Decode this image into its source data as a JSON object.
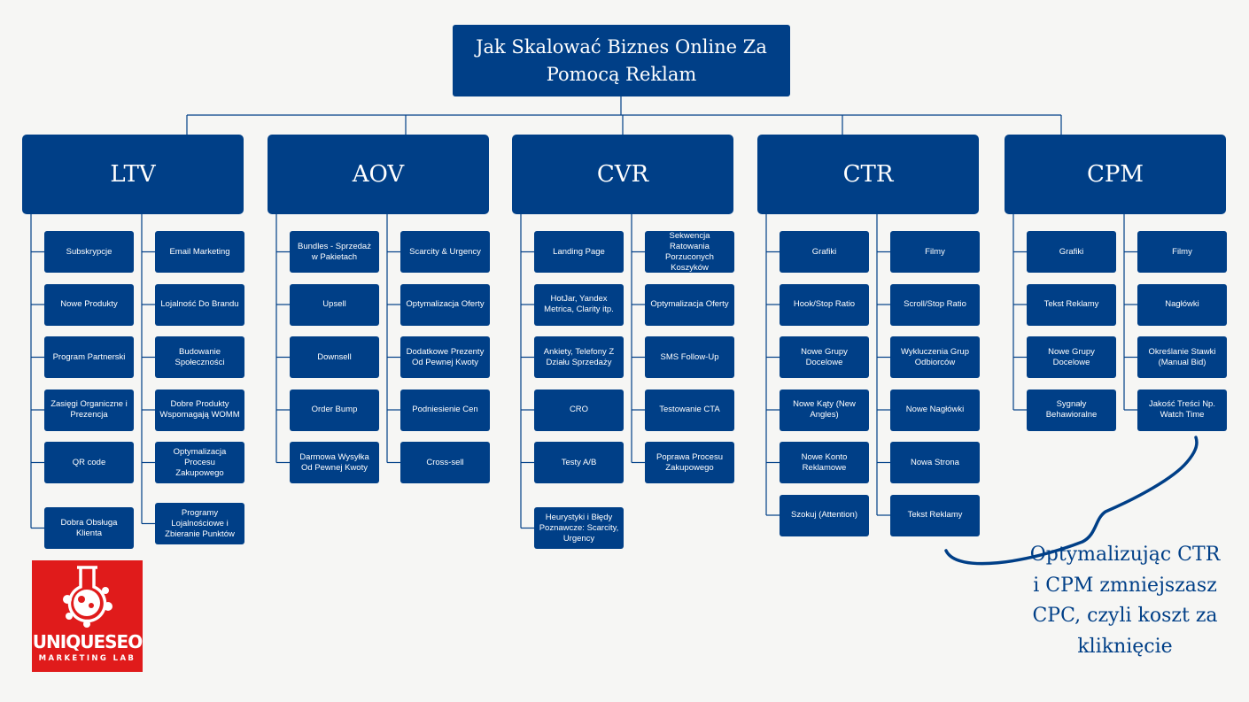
{
  "title": "Jak Skalować Biznes Online Za Pomocą Reklam",
  "categories": [
    {
      "name": "LTV",
      "left": [
        "Subskrypcje",
        "Nowe Produkty",
        "Program Partnerski",
        "Zasięgi Organiczne i Prezencja",
        "QR code",
        "Dobra Obsługa Klienta"
      ],
      "right": [
        "Email Marketing",
        "Lojalność Do Brandu",
        "Budowanie Społeczności",
        "Dobre Produkty Wspomagają WOMM",
        "Optymalizacja Procesu Zakupowego",
        "Programy Lojalnościowe i Zbieranie Punktów"
      ]
    },
    {
      "name": "AOV",
      "left": [
        "Bundles - Sprzedaż w Pakietach",
        "Upsell",
        "Downsell",
        "Order Bump",
        "Darmowa Wysyłka Od Pewnej Kwoty"
      ],
      "right": [
        "Scarcity & Urgency",
        "Optymalizacja Oferty",
        "Dodatkowe Prezenty Od Pewnej Kwoty",
        "Podniesienie Cen",
        "Cross-sell"
      ]
    },
    {
      "name": "CVR",
      "left": [
        "Landing Page",
        "HotJar, Yandex Metrica, Clarity itp.",
        "Ankiety, Telefony Z Działu Sprzedaży",
        "CRO",
        "Testy A/B",
        "Heurystyki i Błędy Poznawcze: Scarcity, Urgency"
      ],
      "right": [
        "Sekwencja Ratowania Porzuconych Koszyków",
        "Optymalizacja Oferty",
        "SMS Follow-Up",
        "Testowanie CTA",
        "Poprawa Procesu Zakupowego"
      ]
    },
    {
      "name": "CTR",
      "left": [
        "Grafiki",
        "Hook/Stop Ratio",
        "Nowe Grupy Docelowe",
        "Nowe Kąty (New Angles)",
        "Nowe Konto Reklamowe",
        "Szokuj (Attention)"
      ],
      "right": [
        "Filmy",
        "Scroll/Stop Ratio",
        "Wykluczenia Grup Odbiorców",
        "Nowe Nagłówki",
        "Nowa Strona",
        "Tekst Reklamy"
      ]
    },
    {
      "name": "CPM",
      "left": [
        "Grafiki",
        "Tekst Reklamy",
        "Nowe Grupy Docelowe",
        "Sygnały Behawioralne"
      ],
      "right": [
        "Filmy",
        "Nagłówki",
        "Określanie Stawki (Manual Bid)",
        "Jakość Treści Np. Watch Time"
      ]
    }
  ],
  "note": "Optymalizując CTR i CPM zmniejszasz CPC, czyli koszt za kliknięcie",
  "logo": {
    "word_part1": "UNIQUE",
    "word_part2": "SEO",
    "tagline": "MARKETING LAB"
  },
  "colors": {
    "box": "#003f87",
    "line": "#003f87",
    "text_on_box": "#ffffff",
    "note": "#003f87",
    "logo_bg": "#e01b1b",
    "background": "#f6f6f4"
  }
}
